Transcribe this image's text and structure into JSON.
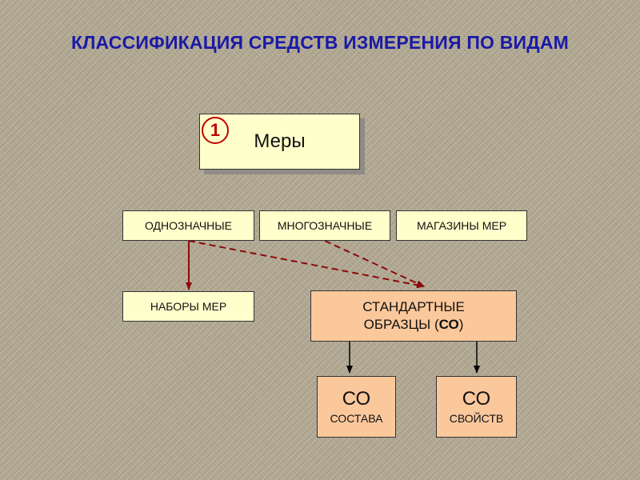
{
  "title": "КЛАССИФИКАЦИЯ СРЕДСТВ ИЗМЕРЕНИЯ ПО ВИДАМ",
  "main_box": {
    "badge": "1",
    "label": "Меры"
  },
  "types": {
    "single": "ОДНОЗНАЧНЫЕ",
    "multi": "МНОГОЗНАЧНЫЕ",
    "stores": "МАГАЗИНЫ МЕР"
  },
  "sets": "НАБОРЫ МЕР",
  "standard": {
    "line1": "СТАНДАРТНЫЕ",
    "line2_prefix": "ОБРАЗЦЫ (",
    "line2_abbr": "СО",
    "line2_suffix": ")"
  },
  "composition": {
    "abbr": "СО",
    "label": "СОСТАВА"
  },
  "properties": {
    "abbr": "СО",
    "label": "СВОЙСТВ"
  },
  "colors": {
    "title": "#1a1aa6",
    "arrow": "#8b0a0a",
    "badge": "#c00000",
    "yellow_box": "#ffffcc",
    "peach_box": "#fbc89c",
    "background": "#b3a993"
  }
}
